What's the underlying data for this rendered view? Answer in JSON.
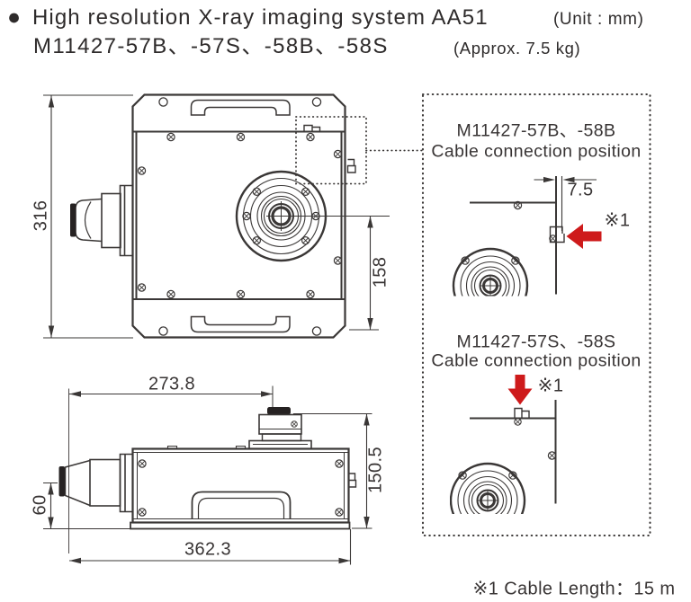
{
  "header": {
    "bullet": "●",
    "title": "High resolution X-ray imaging system  AA51",
    "unit_note": "(Unit : mm)",
    "models": "M11427-57B、-57S、-58B、-58S",
    "weight_note": "(Approx. 7.5 kg)"
  },
  "front_view": {
    "dim_height": "316",
    "dim_center_to_bottom": "158"
  },
  "side_view": {
    "dim_left_to_camera_center": "273.8",
    "dim_total_length": "362.3",
    "dim_total_height": "150.5",
    "dim_lens_axis_height": "60"
  },
  "detail_panel": {
    "top_detail": {
      "models": "M11427-57B、-58B",
      "caption": "Cable connection position",
      "dim_protrusion": "7.5",
      "note_ref": "※1"
    },
    "bottom_detail": {
      "models": "M11427-57S、-58S",
      "caption": "Cable connection position",
      "note_ref": "※1"
    }
  },
  "footnote": "※1 Cable Length：15 m",
  "colors": {
    "line": "#3a3736",
    "accent_red": "#ce1a1b"
  }
}
